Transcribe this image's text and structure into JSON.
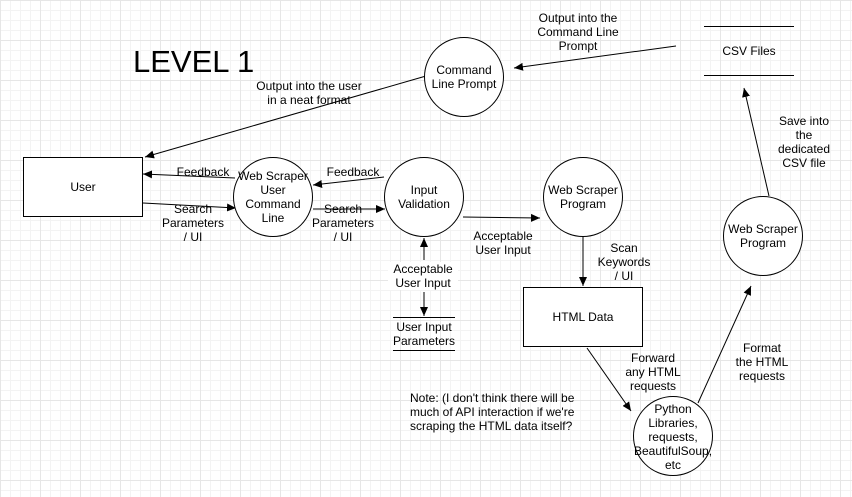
{
  "title": "LEVEL 1",
  "nodes": {
    "user": "User",
    "cmd_line_prompt": "Command\nLine Prompt",
    "csv_files": "CSV Files",
    "web_scraper_cli": "Web Scraper\nUser\nCommand\nLine",
    "input_validation": "Input\nValidation",
    "web_scraper_program_1": "Web Scraper\nProgram",
    "web_scraper_program_2": "Web Scraper\nProgram",
    "html_data": "HTML Data",
    "user_input_params": "User Input\nParameters",
    "python_libraries": "Python\nLibraries,\nrequests,\nBeautifulSoup,\netc"
  },
  "labels": {
    "output_into_cmd": "Output into the\nCommand Line\nPrompt",
    "output_into_user": "Output into the user\nin a neat format",
    "feedback_1": "Feedback",
    "feedback_2": "Feedback",
    "search_params_1": "Search\nParameters\n/ UI",
    "search_params_2": "Search\nParameters\n/ UI",
    "acceptable_1": "Acceptable\nUser Input",
    "acceptable_2": "Acceptable\nUser Input",
    "scan_keywords": "Scan\nKeywords\n/ UI",
    "save_csv": "Save into\nthe\ndedicated\nCSV file",
    "forward_html": "Forward\nany HTML\nrequests",
    "format_html": "Format\nthe HTML\nrequests",
    "note": "Note: (I don't think there will be\nmuch of API interaction if we're\nscraping the HTML data itself?"
  }
}
